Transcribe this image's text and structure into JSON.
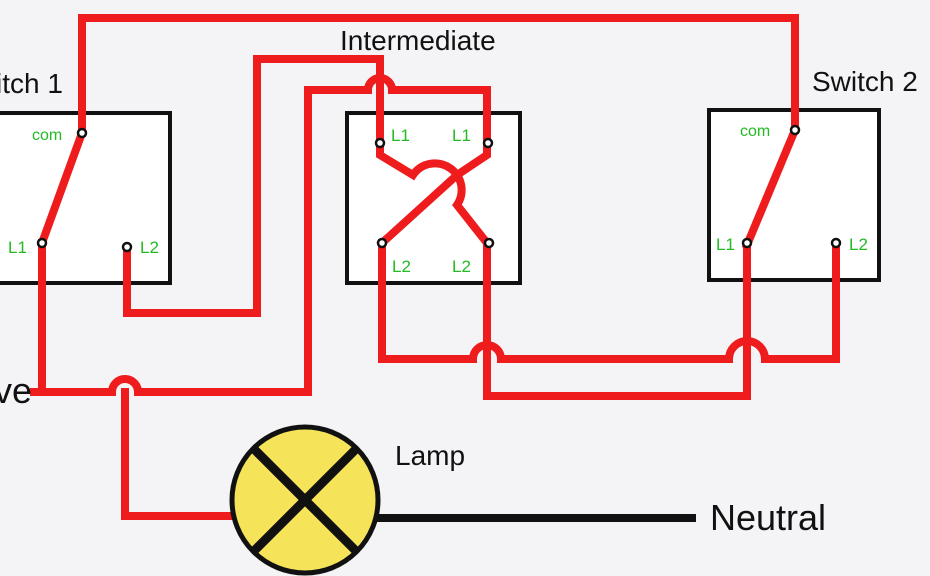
{
  "labels": {
    "switch1": "itch 1",
    "intermediate": "Intermediate",
    "switch2": "Switch 2",
    "live": "ve",
    "lamp": "Lamp",
    "neutral": "Neutral"
  },
  "terminals": {
    "com": "com",
    "l1": "L1",
    "l2": "L2"
  },
  "colors": {
    "wire": "#ee1c1c",
    "neutral": "#111111",
    "terminal_text": "#22bb22",
    "lamp_fill": "#f5e35a"
  }
}
